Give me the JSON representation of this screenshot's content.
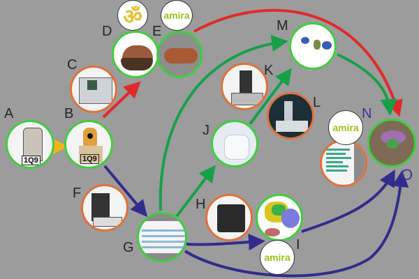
{
  "nodes": {
    "A": {
      "label": "A",
      "tag": "1Q9",
      "kind": "specimen-label",
      "ring": "green"
    },
    "B": {
      "label": "B",
      "tag": "1Q9",
      "kind": "specimen-label-with-insect",
      "ring": "green"
    },
    "C": {
      "label": "C",
      "kind": "micro-ct-scanner",
      "ring": "orange"
    },
    "D": {
      "label": "D",
      "kind": "insect-volume-render",
      "ring": "green"
    },
    "E": {
      "label": "E",
      "kind": "insect-surface-render",
      "ring": "green"
    },
    "F": {
      "label": "F",
      "kind": "microtome-equipment",
      "ring": "orange"
    },
    "G": {
      "label": "G",
      "kind": "serial-sections-slide",
      "ring": "green"
    },
    "H": {
      "label": "H",
      "kind": "light-microscope",
      "ring": "orange"
    },
    "I": {
      "label": "I",
      "kind": "3d-reconstruction",
      "ring": "green"
    },
    "J": {
      "label": "J",
      "kind": "grid-section",
      "ring": "green"
    },
    "K": {
      "label": "K",
      "kind": "stereo-microscope",
      "ring": "orange"
    },
    "L": {
      "label": "L",
      "kind": "electron-microscope",
      "ring": "orange"
    },
    "M": {
      "label": "M",
      "kind": "tem-reconstruction",
      "ring": "green"
    },
    "N": {
      "label": "N",
      "kind": "data-table-screenshot",
      "ring": "orange"
    },
    "O": {
      "label": "O",
      "kind": "combined-3d-model",
      "ring": "green"
    }
  },
  "logos": {
    "om": {
      "text": "ॐ",
      "icon": "om-icon"
    },
    "amira_e": {
      "text": "amira"
    },
    "amira_n": {
      "text": "amira"
    },
    "amira_i": {
      "text": "amira"
    }
  },
  "colors": {
    "background": "#9c9c9c",
    "ring_green": "#3ecf3e",
    "ring_orange": "#e2703a",
    "arrow_red": "#e02a2a",
    "arrow_green": "#16a04a",
    "arrow_blue": "#322c8c",
    "arrow_yellow": "#f2b416",
    "label_blue": "#3a3494"
  },
  "edges": [
    {
      "from": "A",
      "to": "B",
      "color": "yellow"
    },
    {
      "from": "B",
      "to": "D",
      "color": "red"
    },
    {
      "from": "E",
      "to": "O",
      "color": "red"
    },
    {
      "from": "B",
      "to": "G",
      "color": "blue"
    },
    {
      "from": "G",
      "to": "M",
      "color": "green"
    },
    {
      "from": "G",
      "to": "J",
      "color": "green"
    },
    {
      "from": "J",
      "to": "M",
      "color": "green"
    },
    {
      "from": "M",
      "to": "O",
      "color": "green"
    },
    {
      "from": "G",
      "to": "I",
      "color": "blue"
    },
    {
      "from": "I",
      "to": "O",
      "color": "blue"
    },
    {
      "from": "G",
      "to": "O",
      "color": "blue"
    }
  ]
}
